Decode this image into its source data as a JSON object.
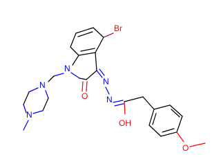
{
  "atoms": {
    "br": "Br",
    "n_ring": "N",
    "n_hydrazone1": "N",
    "n_hydrazone2": "N",
    "o_lactam": "O",
    "o_amide": "OH",
    "n_pip1": "N",
    "n_pip2": "N",
    "o_methoxy": "O"
  },
  "colors": {
    "carbon": "#000000",
    "nitrogen": "#0000ff",
    "oxygen": "#ff0000",
    "bromine": "#a52a2a",
    "background": "#ffffff"
  }
}
